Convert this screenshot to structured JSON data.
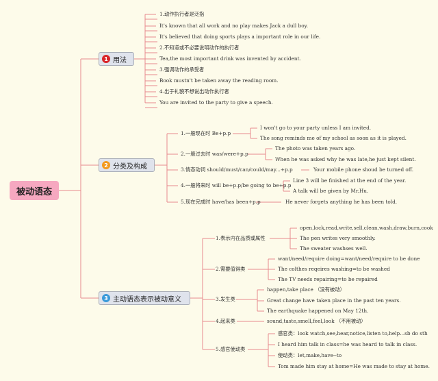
{
  "root": "被动语态",
  "branches": [
    {
      "num": "1",
      "label": "用法",
      "color": "#d9262b"
    },
    {
      "num": "2",
      "label": "分类及构成",
      "color": "#f39a1e"
    },
    {
      "num": "3",
      "label": "主动语态表示被动意义",
      "color": "#3b9ad9"
    }
  ],
  "usage": [
    "1.动作执行者是泛指",
    "It's known that all work and no play makes Jack a dull boy.",
    "It's believed that doing sports plays a important role in our life.",
    "2.不知道或不必要说明动作的执行者",
    "Tea,the most important drink was invented by accident.",
    "3.强调动作的承受者",
    "Book mustn't be taken away the reading room.",
    "4.出于礼貌不想说出动作执行者",
    "You are invited to the party to give a speech."
  ],
  "types": [
    {
      "label": "1.一般现在时 Be+p.p",
      "examples": [
        "I won't go to your party unless I am invited.",
        "The song reminds me of my school as soon as it is played."
      ]
    },
    {
      "label": "2.一般过去时 was/were+p.p",
      "examples": [
        "The photo was taken years ago.",
        "When he was asked why he was late,he just kept silent."
      ]
    },
    {
      "label": "3.情态动词 should/must/can/could/may...+p.p",
      "examples": [
        "Your mobile phone shoud be turned off."
      ]
    },
    {
      "label": "4.一般将来时 will be+p.p/be going to be+p.p",
      "examples": [
        "Line 3 will be finished at the end of the year.",
        "A talk will be given by Mr.Hu."
      ]
    },
    {
      "label": "5.现在完成时 have/has been+p.p",
      "examples": [
        "He never forgets anything he has been told."
      ]
    }
  ],
  "active": [
    {
      "label": "1.表示内在品质或属性",
      "items": [
        "open,lock,read,write,sell,clean,wash,draw,burn,cook",
        "The pen writes very smoothly.",
        "The sweater washses well."
      ]
    },
    {
      "label": "2.需要值得类",
      "items": [
        "want/need/require doing=want/need/require to be done",
        "The colthes reqeires washing=to be washed",
        "The TV needs repairing=to be repaired"
      ]
    },
    {
      "label": "3.发生类",
      "items": [
        "happen,take place （没有被动）",
        "Great change have taken place in the past ten years.",
        "The earthquake happened on May 12th."
      ]
    },
    {
      "label": "4.起来类",
      "items": [
        "sound,taste,smell,feel,look （不用被动）"
      ]
    },
    {
      "label": "5.感官使动类",
      "items": [
        "感官类：look watch,see,hear,notice,listen to,help...sb do sth",
        "I heard him talk in class=he was heard to talk in class.",
        "使动类：let,make,have--to",
        "Tom made him stay at home=He was made to stay at home."
      ]
    }
  ]
}
